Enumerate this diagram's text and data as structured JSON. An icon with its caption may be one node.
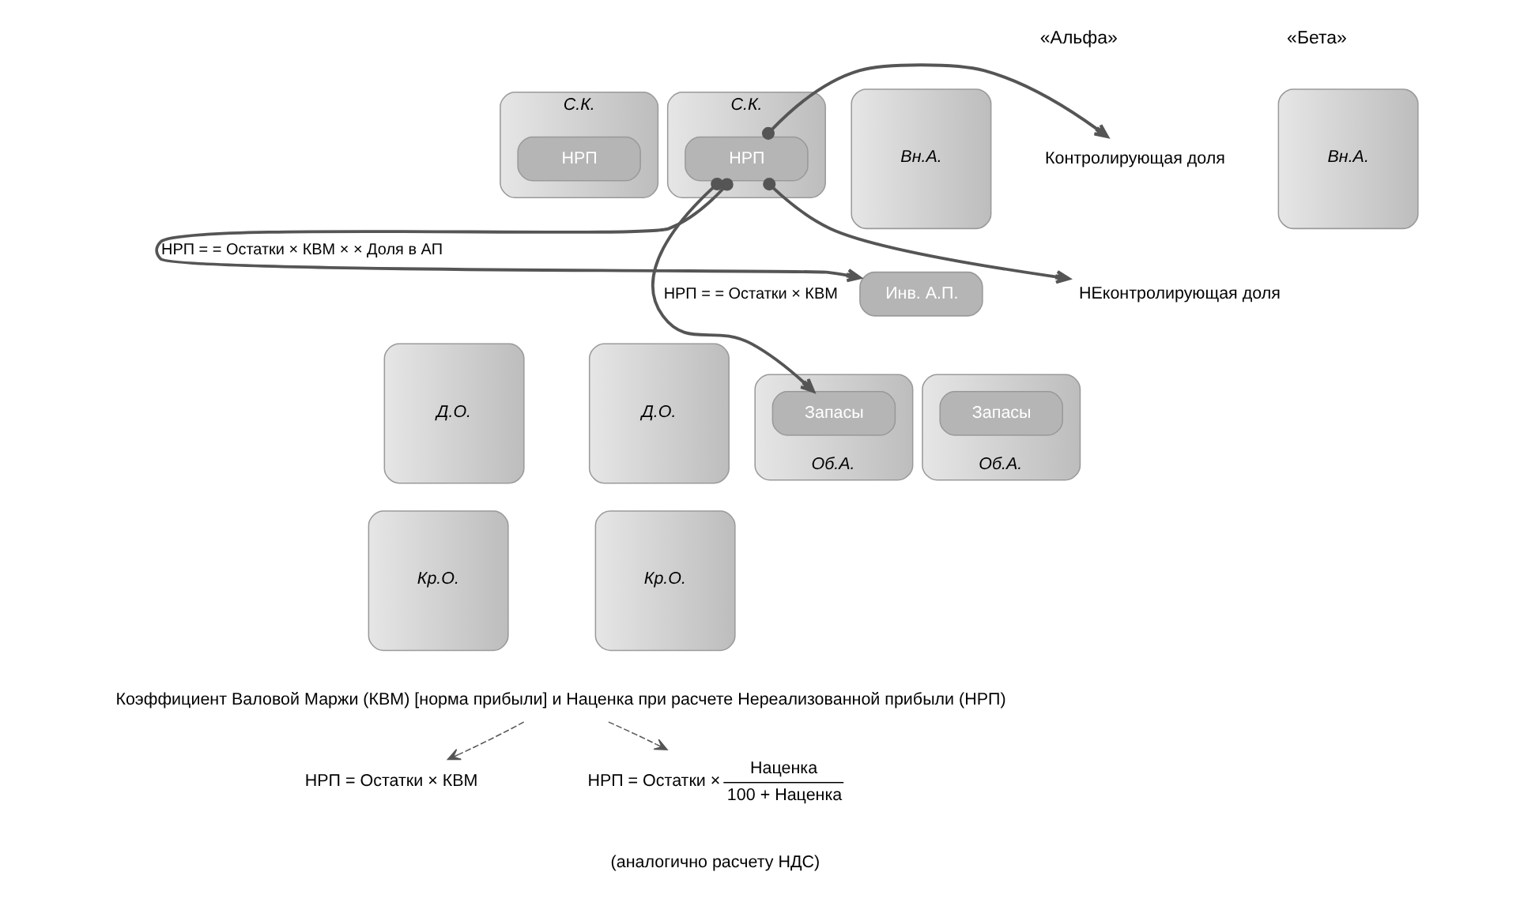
{
  "diagram": {
    "nodes": [
      {
        "text": [
          "Вн.А."
        ]
      },
      {
        "text": [
          "Инв. А.П."
        ]
      },
      {
        "text": [
          "С.К."
        ]
      },
      {
        "text": [
          "НРП"
        ],
        "in": 2
      },
      {
        "text": [
          "Об.А."
        ]
      },
      {
        "text": [
          "Запасы"
        ],
        "in": 4
      },
      {
        "text": [
          "Д.О."
        ]
      },
      {
        "text": [
          "Кр.О."
        ]
      },
      {
        "text": [
          "Вн.А."
        ]
      },
      {
        "text": [
          "С.К."
        ]
      },
      {
        "text": [
          "НРП"
        ],
        "in": 9
      },
      {
        "text": [
          "Об.А."
        ]
      },
      {
        "text": [
          "Запасы"
        ],
        "in": 11
      },
      {
        "text": [
          "Д.О."
        ]
      },
      {
        "text": [
          "Кр.О."
        ]
      },
      {
        "text": [
          "Контролирующая доля"
        ]
      },
      {
        "text": [
          "НЕконтролирующая доля"
        ]
      },
      {
        "text": [
          "Коэффициент Валовой Маржи (КВМ) [норма прибыли] и Наценка при расчете Нереализованной прибыли (НРП)"
        ]
      },
      {
        "text": [
          "НРП = Остатки × КВМ"
        ]
      },
      {
        "text": [
          "НРП = Остатки ×",
          "Наценка",
          "100 + Наценка"
        ],
        "beside": [
          "(аналогично расчету НДС)"
        ]
      }
    ],
    "edges": [
      {
        "from": 10,
        "to": 1,
        "arrow": "to",
        "label": "НРП = = Остатки × КВМ × × Доля в АП"
      },
      {
        "from": 10,
        "to": 5,
        "arrow": "to",
        "label": "НРП = = Остатки × КВМ"
      },
      {
        "from": 10,
        "to": 15,
        "arrow": "to"
      },
      {
        "from": 10,
        "to": 16,
        "arrow": "to"
      },
      {
        "from": 17,
        "to": 18,
        "arrow": "to",
        "style": "dashed"
      },
      {
        "from": 17,
        "to": 19,
        "arrow": "to",
        "style": "dashed"
      }
    ],
    "labels": [
      "«Альфа»",
      "«Бета»"
    ]
  }
}
